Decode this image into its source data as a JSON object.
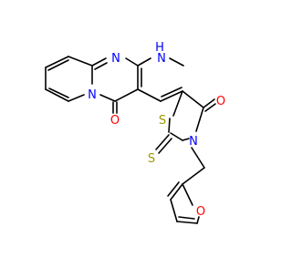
{
  "molecule": {
    "colors": {
      "bond": "#000000",
      "nitrogen": "#0000ff",
      "oxygen": "#ff0000",
      "sulfur": "#999900"
    },
    "atoms": {
      "n_ring_top": "N",
      "n_ring_left": "N",
      "nh": "H",
      "nh_n": "N",
      "o_carbonyl_left": "O",
      "s_ring": "S",
      "o_carbonyl_right": "O",
      "n_thiazolidine": "N",
      "s_thione": "S",
      "o_furan": "O"
    }
  }
}
